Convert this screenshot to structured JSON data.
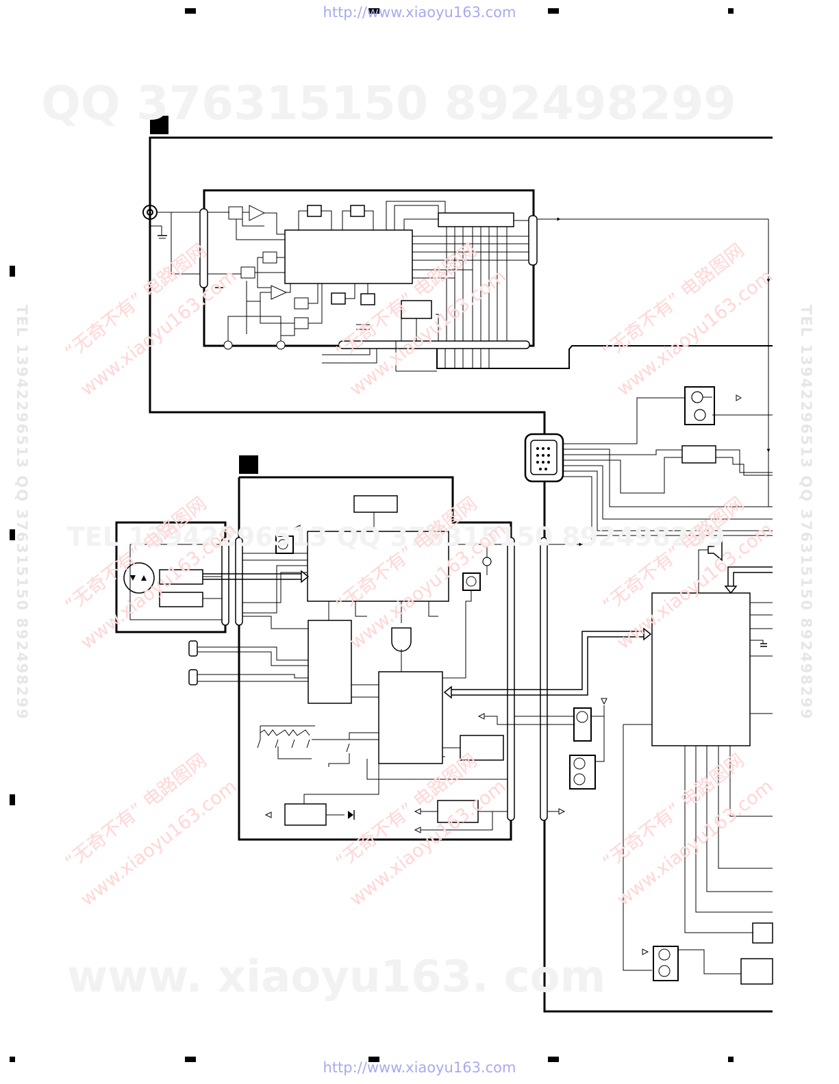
{
  "header": {
    "url_top": "http://www.xiaoyu163.com"
  },
  "footer": {
    "url_bottom": "http://www.xiaoyu163.com"
  },
  "watermarks": {
    "top_line": "QQ 376315150    892498299",
    "mid_line": "TEL 13942296513 QQ 376315150 892498299",
    "bottom_line": "www. xiaoyu163. com",
    "side_vertical": "TEL 13942296513 QQ 376315150 892498299",
    "diagonal_cn": "“无奇不有” 电路图网",
    "diagonal_url": "www.xiaoyu163.com"
  },
  "colors": {
    "line": "#000000",
    "url": "#a9a9ee",
    "watermark_gray": "#f0f0f0",
    "watermark_red": "#ffd6d6"
  }
}
